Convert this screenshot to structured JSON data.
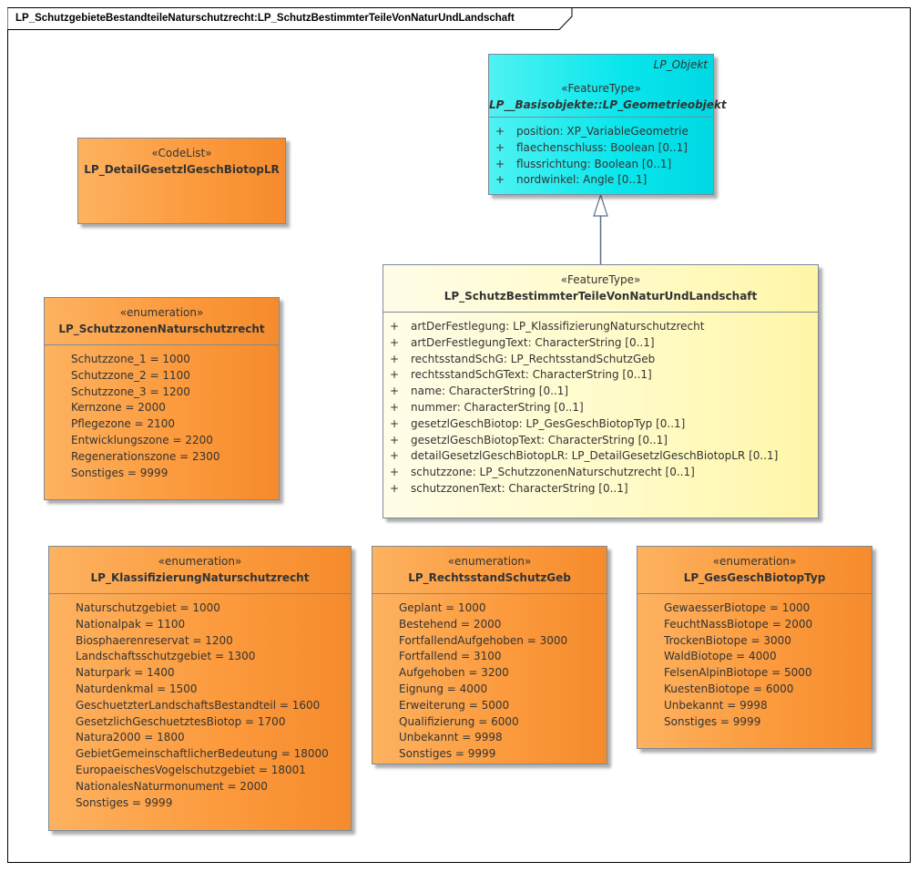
{
  "frame": {
    "title": "LP_SchutzgebieteBestandteileNaturschutzrecht:LP_SchutzBestimmterTeileVonNaturUndLandschaft"
  },
  "colors": {
    "enumeration_fill": "#fc9b3e",
    "featuretype_fill": "#fffbc9",
    "parent_fill": "#08e6ec",
    "border": "#7d8a99",
    "generalization_line": "#5a6e83"
  },
  "classes": {
    "geometrieobjekt": {
      "parent": "LP_Objekt",
      "stereotype": "«FeatureType»",
      "name": "LP__Basisobjekte::LP_Geometrieobjekt",
      "attributes": [
        {
          "vis": "+",
          "text": "position: XP_VariableGeometrie"
        },
        {
          "vis": "+",
          "text": "flaechenschluss: Boolean [0..1]"
        },
        {
          "vis": "+",
          "text": "flussrichtung: Boolean [0..1]"
        },
        {
          "vis": "+",
          "text": "nordwinkel: Angle [0..1]"
        }
      ]
    },
    "detail_gesetzl": {
      "stereotype": "«CodeList»",
      "name": "LP_DetailGesetzlGeschBiotopLR"
    },
    "schutzzonen": {
      "stereotype": "«enumeration»",
      "name": "LP_SchutzzonenNaturschutzrecht",
      "literals": [
        "Schutzzone_1 = 1000",
        "Schutzzone_2 = 1100",
        "Schutzzone_3 = 1200",
        "Kernzone = 2000",
        "Pflegezone = 2100",
        "Entwicklungszone = 2200",
        "Regenerationszone = 2300",
        "Sonstiges = 9999"
      ]
    },
    "schutz_teile": {
      "stereotype": "«FeatureType»",
      "name": "LP_SchutzBestimmterTeileVonNaturUndLandschaft",
      "attributes": [
        {
          "vis": "+",
          "text": "artDerFestlegung: LP_KlassifizierungNaturschutzrecht"
        },
        {
          "vis": "+",
          "text": "artDerFestlegungText: CharacterString [0..1]"
        },
        {
          "vis": "+",
          "text": "rechtsstandSchG: LP_RechtsstandSchutzGeb"
        },
        {
          "vis": "+",
          "text": "rechtsstandSchGText: CharacterString [0..1]"
        },
        {
          "vis": "+",
          "text": "name: CharacterString [0..1]"
        },
        {
          "vis": "+",
          "text": "nummer: CharacterString [0..1]"
        },
        {
          "vis": "+",
          "text": "gesetzlGeschBiotop: LP_GesGeschBiotopTyp [0..1]"
        },
        {
          "vis": "+",
          "text": "gesetzlGeschBiotopText: CharacterString [0..1]"
        },
        {
          "vis": "+",
          "text": "detailGesetzlGeschBiotopLR: LP_DetailGesetzlGeschBiotopLR [0..1]"
        },
        {
          "vis": "+",
          "text": "schutzzone: LP_SchutzzonenNaturschutzrecht [0..1]"
        },
        {
          "vis": "+",
          "text": "schutzzonenText: CharacterString [0..1]"
        }
      ]
    },
    "klassifizierung": {
      "stereotype": "«enumeration»",
      "name": "LP_KlassifizierungNaturschutzrecht",
      "literals": [
        "Naturschutzgebiet = 1000",
        "Nationalpak = 1100",
        "Biosphaerenreservat = 1200",
        "Landschaftsschutzgebiet = 1300",
        "Naturpark = 1400",
        "Naturdenkmal = 1500",
        "GeschuetzterLandschaftsBestandteil = 1600",
        "GesetzlichGeschuetztesBiotop = 1700",
        "Natura2000 = 1800",
        "GebietGemeinschaftlicherBedeutung = 18000",
        "EuropaeischesVogelschutzgebiet = 18001",
        "NationalesNaturmonument = 2000",
        "Sonstiges = 9999"
      ]
    },
    "rechtsstand": {
      "stereotype": "«enumeration»",
      "name": "LP_RechtsstandSchutzGeb",
      "literals": [
        "Geplant = 1000",
        "Bestehend = 2000",
        "FortfallendAufgehoben = 3000",
        "Fortfallend = 3100",
        "Aufgehoben = 3200",
        "Eignung = 4000",
        "Erweiterung = 5000",
        "Qualifizierung = 6000",
        "Unbekannt = 9998",
        "Sonstiges = 9999"
      ]
    },
    "biotoptyp": {
      "stereotype": "«enumeration»",
      "name": "LP_GesGeschBiotopTyp",
      "literals": [
        "GewaesserBiotope = 1000",
        "FeuchtNassBiotope = 2000",
        "TrockenBiotope = 3000",
        "WaldBiotope = 4000",
        "FelsenAlpinBiotope = 5000",
        "KuestenBiotope = 6000",
        "Unbekannt = 9998",
        "Sonstiges = 9999"
      ]
    }
  }
}
